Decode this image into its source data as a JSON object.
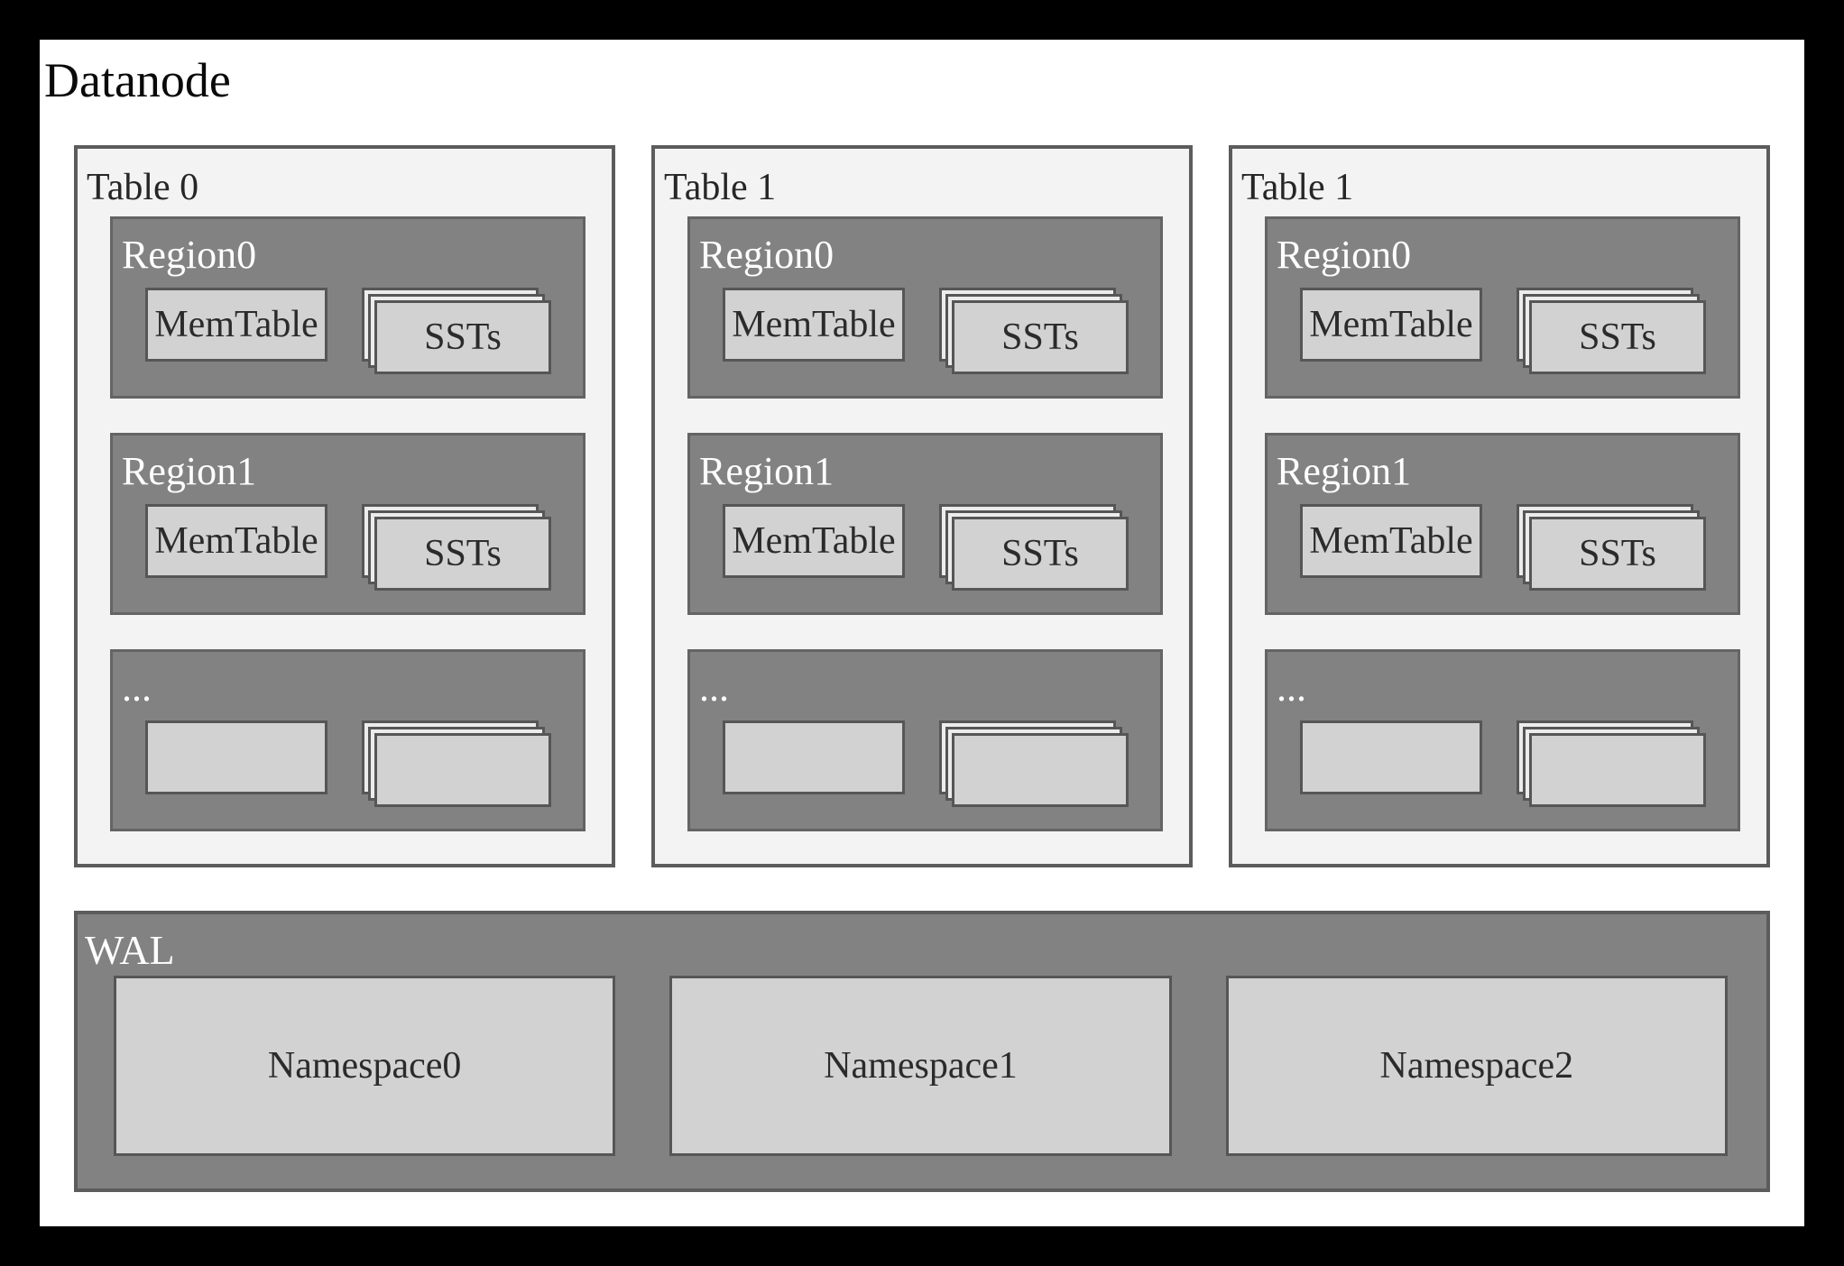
{
  "title": "Datanode",
  "tables": [
    {
      "label": "Table 0",
      "regions": [
        {
          "label": "Region0",
          "memtable": "MemTable",
          "ssts": "SSTs"
        },
        {
          "label": "Region1",
          "memtable": "MemTable",
          "ssts": "SSTs"
        },
        {
          "label": "...",
          "memtable": "",
          "ssts": ""
        }
      ]
    },
    {
      "label": "Table 1",
      "regions": [
        {
          "label": "Region0",
          "memtable": "MemTable",
          "ssts": "SSTs"
        },
        {
          "label": "Region1",
          "memtable": "MemTable",
          "ssts": "SSTs"
        },
        {
          "label": "...",
          "memtable": "",
          "ssts": ""
        }
      ]
    },
    {
      "label": "Table 1",
      "regions": [
        {
          "label": "Region0",
          "memtable": "MemTable",
          "ssts": "SSTs"
        },
        {
          "label": "Region1",
          "memtable": "MemTable",
          "ssts": "SSTs"
        },
        {
          "label": "...",
          "memtable": "",
          "ssts": ""
        }
      ]
    }
  ],
  "wal": {
    "label": "WAL",
    "namespaces": [
      {
        "label": "Namespace0"
      },
      {
        "label": "Namespace1"
      },
      {
        "label": "Namespace2"
      }
    ]
  },
  "colors": {
    "frame": "#000000",
    "canvas": "#ffffff",
    "table_fill": "#f3f3f3",
    "table_border": "#5c5c5c",
    "region_fill": "#828282",
    "region_border": "#646464",
    "inner_box_fill": "#d2d2d2",
    "inner_box_border": "#565656",
    "sst_back_fill": "#ececec",
    "dark_text": "#2b2b2b",
    "light_text": "#ffffff"
  }
}
